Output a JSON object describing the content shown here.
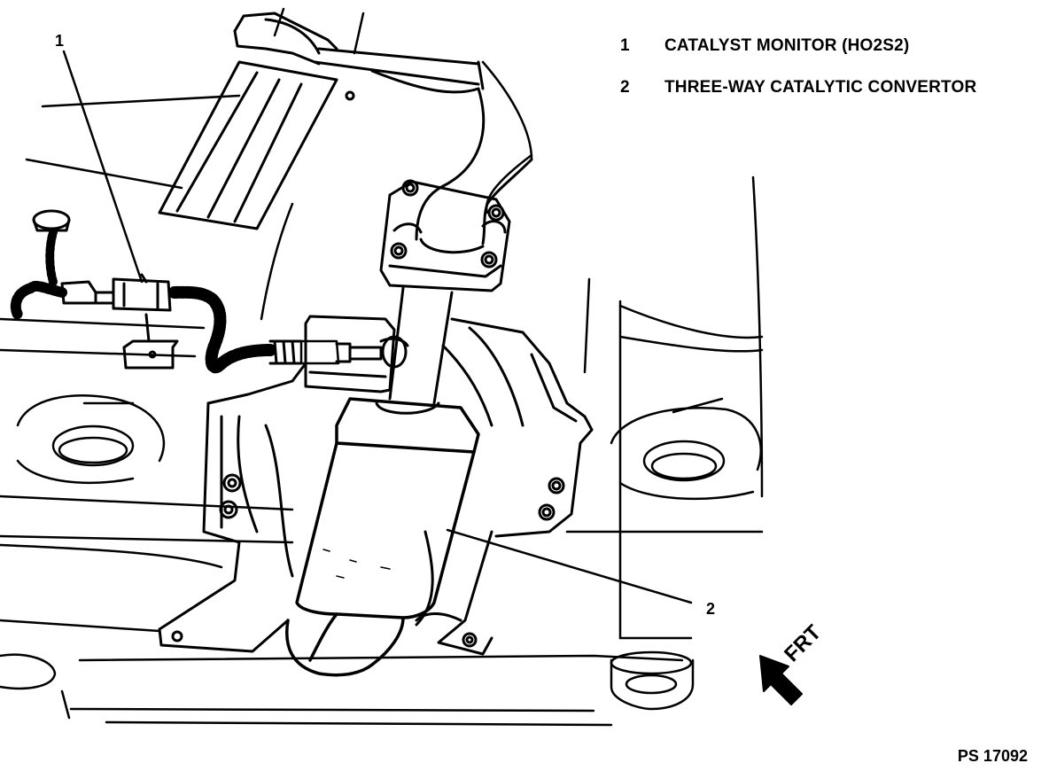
{
  "legend": {
    "items": [
      {
        "number": "1",
        "label": "CATALYST MONITOR (HO2S2)"
      },
      {
        "number": "2",
        "label": "THREE-WAY CATALYTIC CONVERTOR"
      }
    ]
  },
  "callouts": {
    "one": "1",
    "two": "2"
  },
  "direction_label": "FRT",
  "figure_id": "PS 17092",
  "colors": {
    "ink": "#000000",
    "paper": "#ffffff"
  }
}
